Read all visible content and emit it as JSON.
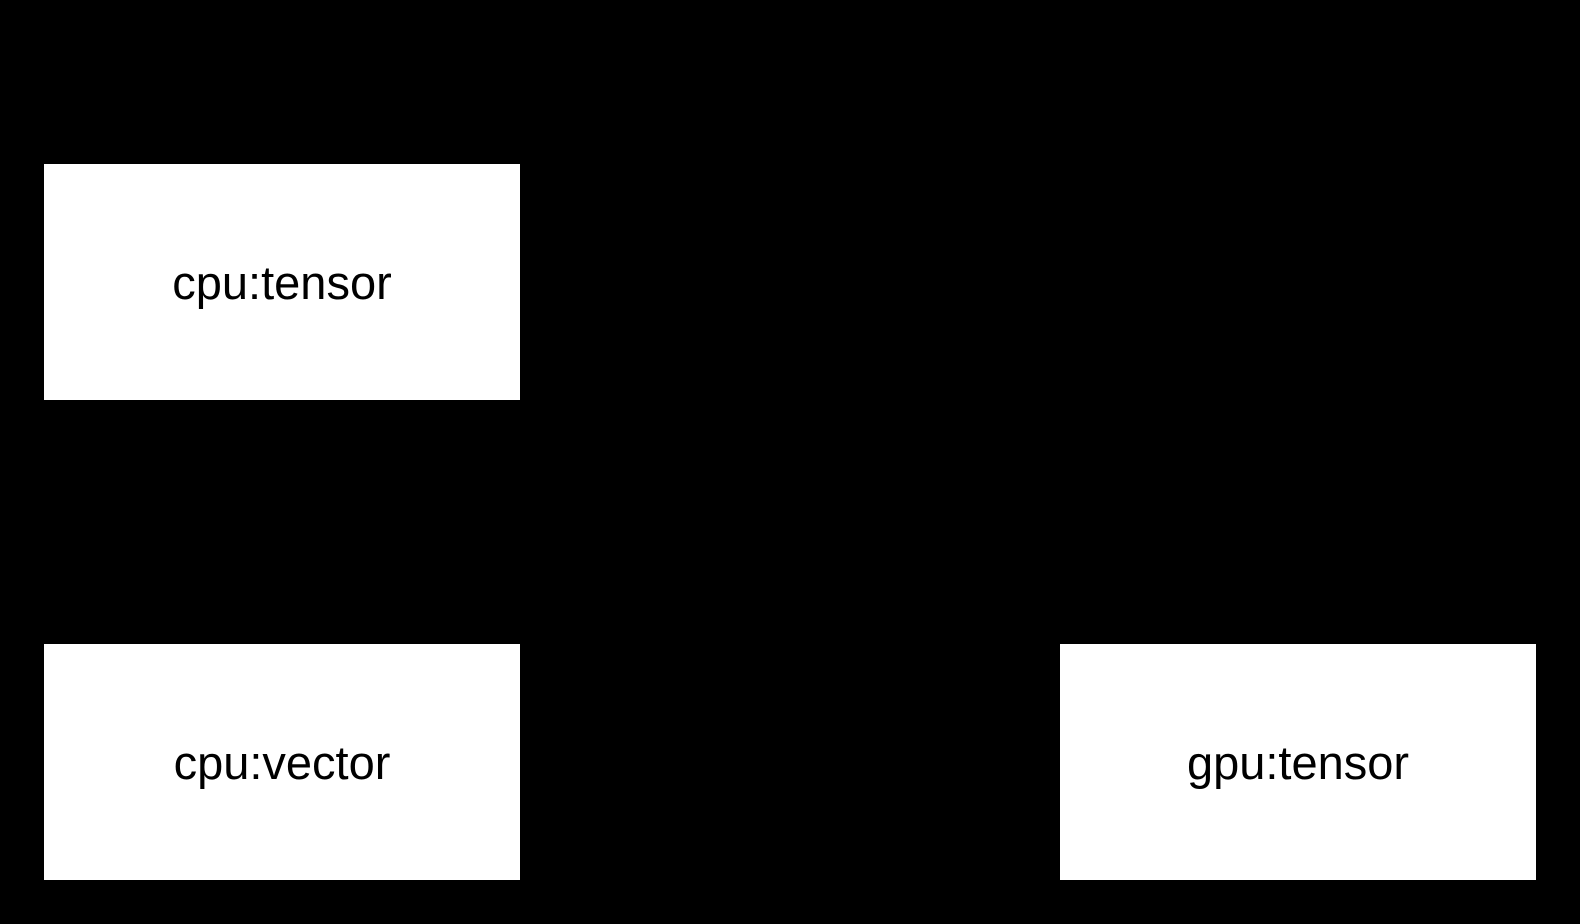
{
  "diagram": {
    "background_color": "#000000",
    "node_fill_color": "#FFFFFF",
    "node_text_color": "#000000",
    "nodes": [
      {
        "id": "cpu-tensor",
        "label": "cpu:tensor"
      },
      {
        "id": "cpu-vector",
        "label": "cpu:vector"
      },
      {
        "id": "gpu-tensor",
        "label": "gpu:tensor"
      }
    ]
  }
}
